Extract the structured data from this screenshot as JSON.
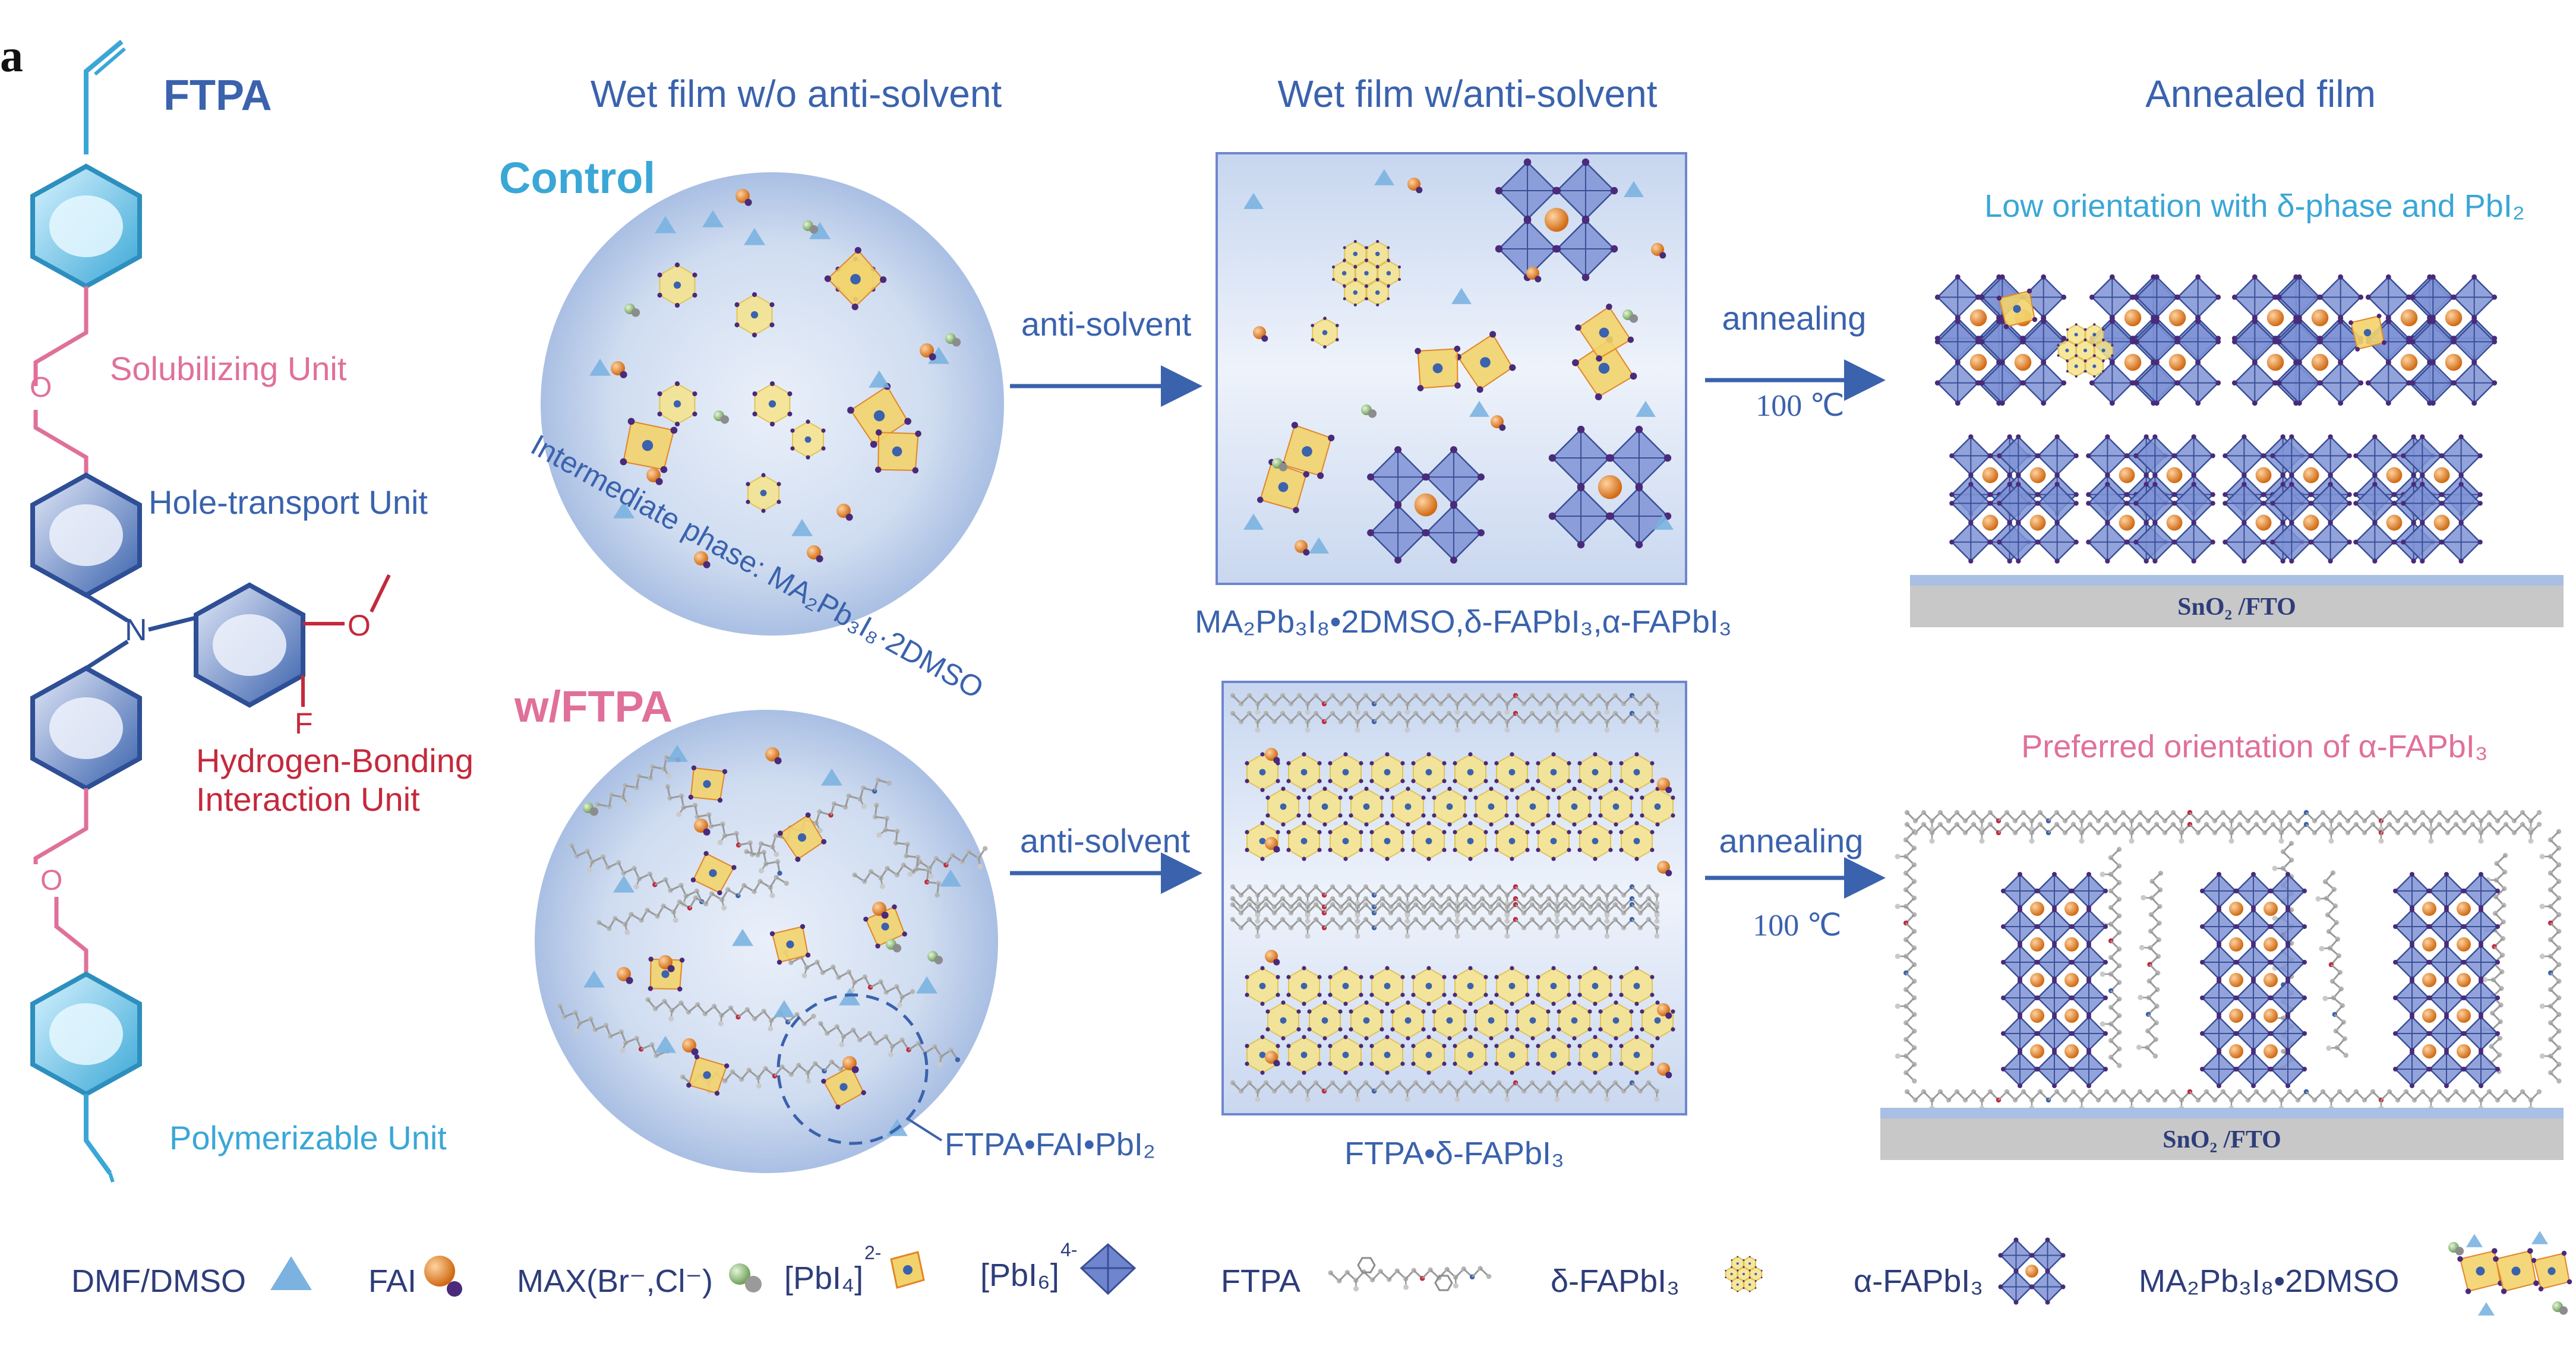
{
  "panel_letter": "a",
  "molecule": {
    "name": "FTPA",
    "units": {
      "solubilizing": "Solubilizing Unit",
      "hole_transport": "Hole-transport Unit",
      "hydrogen_bonding_line1": "Hydrogen-Bonding",
      "hydrogen_bonding_line2": "Interaction Unit",
      "polymerizable": "Polymerizable Unit"
    },
    "atoms": {
      "n": "N",
      "o": "O",
      "f": "F"
    }
  },
  "columns": {
    "wet_no_antisolvent": "Wet film w/o anti-solvent",
    "wet_antisolvent": "Wet film w/anti-solvent",
    "annealed": "Annealed film"
  },
  "rows": {
    "control": "Control",
    "ftpa": "w/FTPA"
  },
  "arrows": {
    "anti_solvent": "anti-solvent",
    "annealing": "annealing",
    "temperature": "100 ℃"
  },
  "captions": {
    "intermediate_phase": "Intermediate phase: MA₂Pb₃I₈·2DMSO",
    "control_wet_film": "MA₂Pb₃I₈•2DMSO,δ-FAPbI₃,α-FAPbI₃",
    "ftpa_complex": "FTPA•FAI•PbI₂",
    "ftpa_wet_film": "FTPA•δ-FAPbI₃",
    "control_annealed": "Low orientation with δ-phase and PbI₂",
    "ftpa_annealed": "Preferred orientation of α-FAPbI₃",
    "substrate": "SnO₂ /FTO"
  },
  "legend": [
    {
      "key": "dmf",
      "label": "DMF/DMSO"
    },
    {
      "key": "fai",
      "label": "FAI"
    },
    {
      "key": "max",
      "label": "MAX(Br⁻,Cl⁻)"
    },
    {
      "key": "pbi4",
      "label": "[PbI₄]",
      "sup": "2-"
    },
    {
      "key": "pbi6",
      "label": "[PbI₆]",
      "sup": "4-"
    },
    {
      "key": "ftpa",
      "label": "FTPA"
    },
    {
      "key": "delta",
      "label": "δ-FAPbI₃"
    },
    {
      "key": "alpha",
      "label": "α-FAPbI₃"
    },
    {
      "key": "ma2",
      "label": "MA₂Pb₃I₈•2DMSO"
    }
  ],
  "colors": {
    "title_blue": "#3a62ad",
    "cyan": "#3aa7d6",
    "pink": "#e0709a",
    "red": "#c4293c",
    "octa_blue": "#6f86cf",
    "octa_yellow": "#f2d36b",
    "orange": "#e38526",
    "purple": "#4a2a7a",
    "substrate": "#c8c8c8"
  }
}
